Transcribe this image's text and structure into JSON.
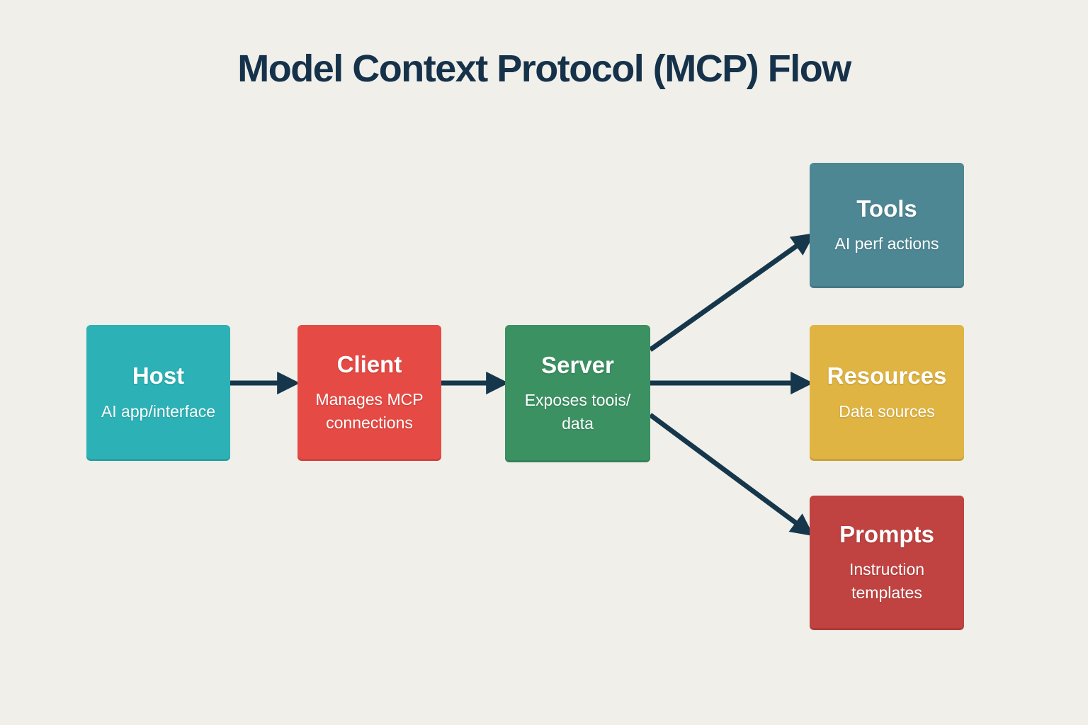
{
  "page": {
    "title": "Model Context Protocol (MCP) Flow"
  },
  "colors": {
    "background": "#f0efea",
    "title": "#16324a",
    "arrow": "#16374b",
    "node_text": "#ffffff",
    "host": "#2cb2b6",
    "client": "#e64a44",
    "server": "#3b9162",
    "tools": "#4d8793",
    "resources": "#e0b442",
    "prompts": "#c04341"
  },
  "nodes": {
    "host": {
      "label": "Host",
      "sublabel": "AI app/interface"
    },
    "client": {
      "label": "Client",
      "sublabel": "Manages MCP\nconnections"
    },
    "server": {
      "label": "Server",
      "sublabel": "Exposes toois/\ndata"
    },
    "tools": {
      "label": "Tools",
      "sublabel": "AI perf actions"
    },
    "resources": {
      "label": "Resources",
      "sublabel": "Data sources"
    },
    "prompts": {
      "label": "Prompts",
      "sublabel": "Instruction\ntemplates"
    }
  },
  "edges": [
    {
      "from": "Host",
      "to": "Client"
    },
    {
      "from": "Client",
      "to": "Server"
    },
    {
      "from": "Server",
      "to": "Tools"
    },
    {
      "from": "Server",
      "to": "Resources"
    },
    {
      "from": "Server",
      "to": "Prompts"
    }
  ]
}
